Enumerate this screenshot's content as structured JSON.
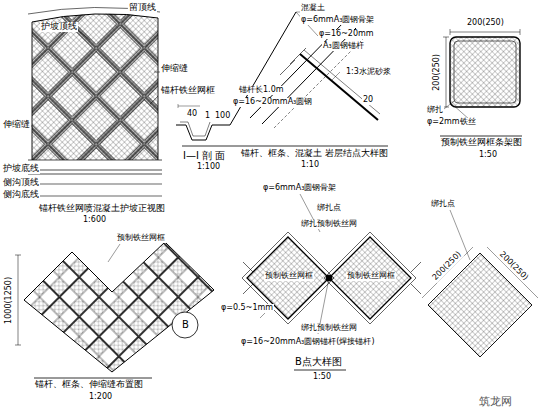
{
  "diagram": {
    "labels": [
      "留顶线",
      "护坡顶线",
      "伸缩缝",
      "伸缩缝",
      "锚杆铁丝网框",
      "护坡底线",
      "侧沟顶线",
      "侧沟底线",
      "锚杆铁丝网喷混凝土护坡正视图",
      "1:600",
      "40",
      "1",
      "100",
      "I—I 剖 面",
      "1:100",
      "混凝土",
      "φ=6mmA₃圆钢骨架",
      "φ=16~20mm",
      "A₃圆钢锚杆",
      "1:3水泥砂浆",
      "20",
      "锚杆长1.0m",
      "φ=16~20mmA₃圆钢",
      "锚杆、框条、混凝土 岩层结点大样图",
      "1:10",
      "200(250)",
      "200(250)",
      "绑扎",
      "φ=2mm铁丝",
      "预制铁丝网框条架图",
      "1:50",
      "1000(1250)",
      "预制铁丝网框",
      "B",
      "锚杆、框条、伸缩缝布置图",
      "1:200",
      "φ=6mmA₃圆钢骨架",
      "绑扎点",
      "绑扎预制铁丝网",
      "预制铁丝网框",
      "预制铁丝网框",
      "φ=0.5~1mm",
      "绑扎预制铁丝网",
      "φ=16~20mmA₃圆钢锚杆(焊接锚杆)",
      "B点大样图",
      "1:50",
      "绑扎点",
      "200(250)",
      "200(250)",
      "筑龙网"
    ]
  }
}
